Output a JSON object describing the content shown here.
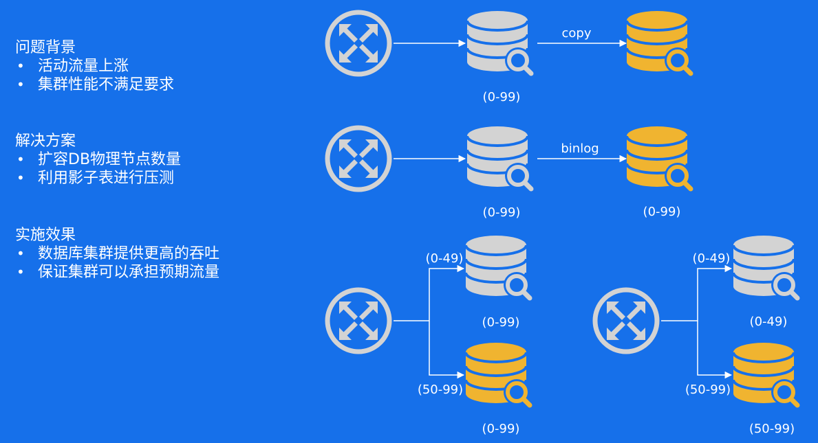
{
  "sections": [
    {
      "title": "问题背景",
      "items": [
        "活动流量上涨",
        "集群性能不满足要求"
      ]
    },
    {
      "title": "解决方案",
      "items": [
        "扩容DB物理节点数量",
        "利用影子表进行压测"
      ]
    },
    {
      "title": "实施效果",
      "items": [
        "数据库集群提供更高的吞吐",
        "保证集群可以承担预期流量"
      ]
    }
  ],
  "diagram": {
    "row1": {
      "edge_label": "copy",
      "source_range": "(0-99)"
    },
    "row2": {
      "edge_label": "binlog",
      "source_range": "(0-99)",
      "target_range": "(0-99)"
    },
    "row3_left": {
      "top_edge_label": "(0-49)",
      "top_range": "(0-99)",
      "bottom_edge_label": "(50-99)",
      "bottom_range": "(0-99)"
    },
    "row3_right": {
      "top_edge_label": "(0-49)",
      "top_range": "(0-49)",
      "bottom_edge_label": "(50-99)",
      "bottom_range": "(50-99)"
    }
  },
  "colors": {
    "background": "#1670ea",
    "db_gray": "#d3d3d3",
    "db_yellow": "#f0b430",
    "line": "#ffffff"
  }
}
